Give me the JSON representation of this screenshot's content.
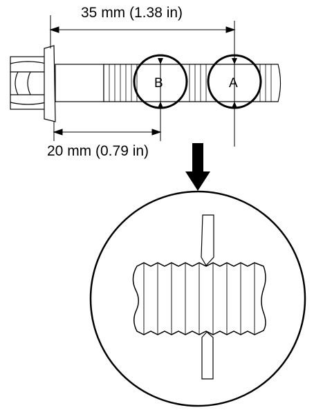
{
  "dimensions": {
    "upper": "35 mm (1.38 in)",
    "lower": "20 mm (0.79 in)"
  },
  "markers": {
    "a": "A",
    "b": "B"
  },
  "colors": {
    "line": "#000000",
    "background": "#ffffff"
  },
  "icons": {
    "arrow": "down-arrow-icon"
  }
}
